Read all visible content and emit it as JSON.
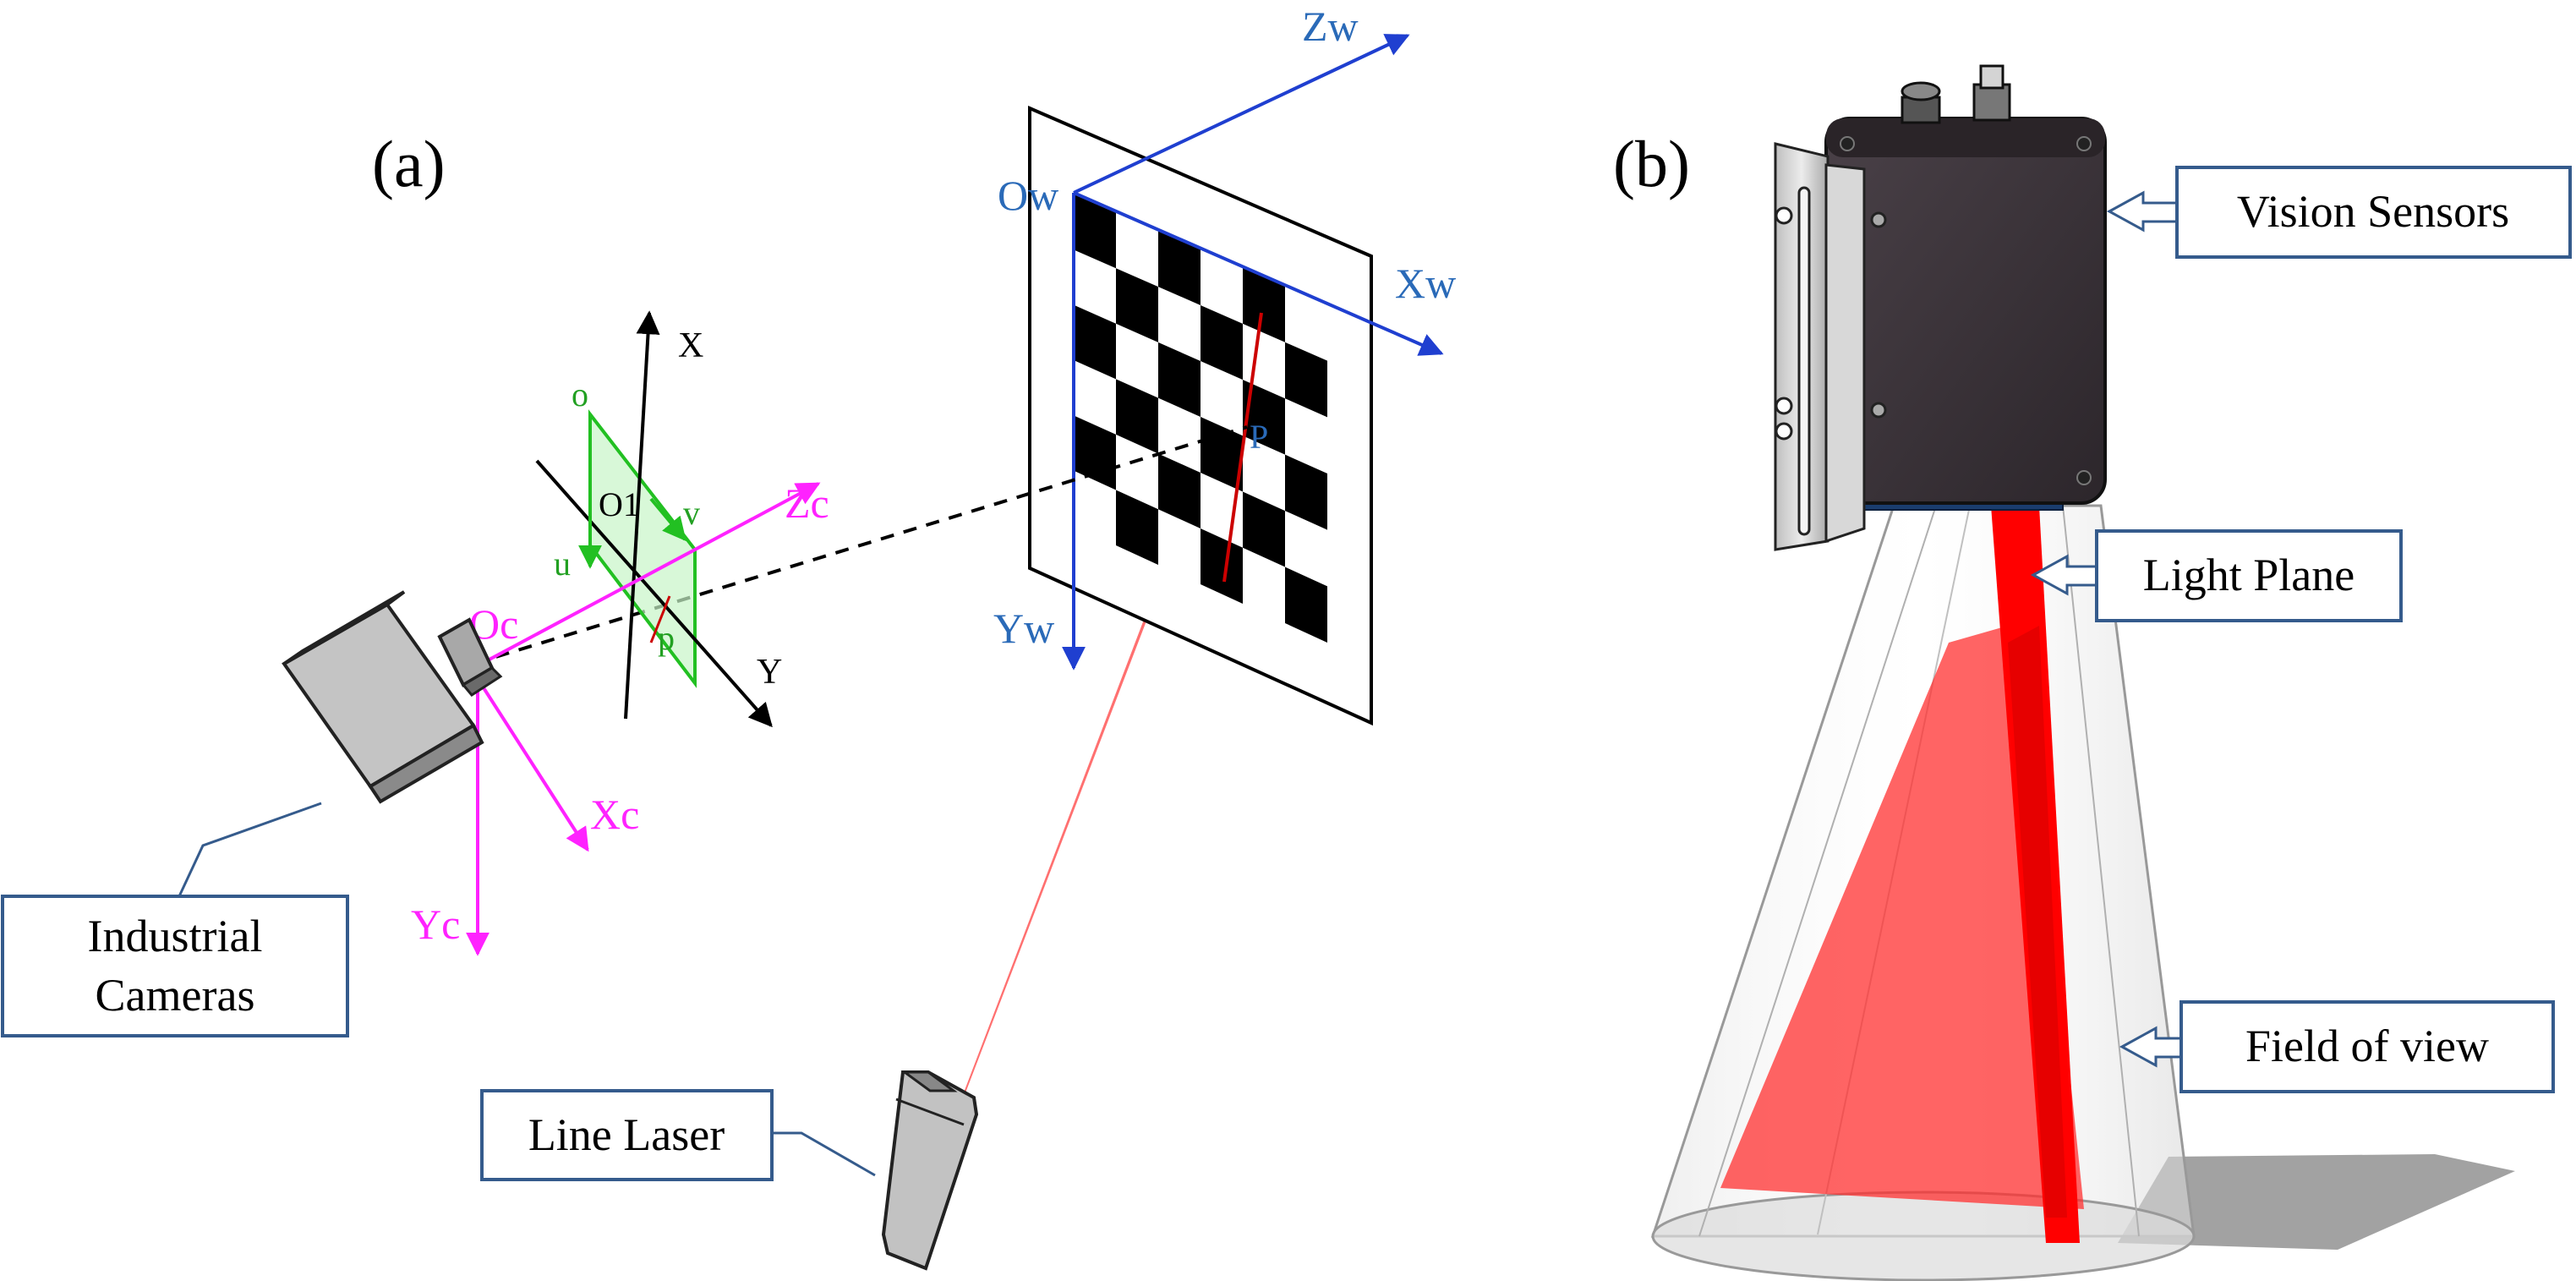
{
  "panel_a": {
    "label": "(a)",
    "world_axes": {
      "origin": "Ow",
      "x": "Xw",
      "y": "Yw",
      "z": "Zw"
    },
    "camera_axes": {
      "origin": "Oc",
      "x": "Xc",
      "y": "Yc",
      "z": "Zc"
    },
    "image_plane": {
      "origin": "o",
      "center": "O1",
      "u": "u",
      "v": "v",
      "point": "p"
    },
    "plane_axes": {
      "x": "X",
      "y": "Y"
    },
    "target_point": "P",
    "callouts": {
      "camera_line1": "Industrial",
      "camera_line2": "Cameras",
      "laser": "Line Laser"
    }
  },
  "panel_b": {
    "label": "(b)",
    "callouts": {
      "vision_sensors": "Vision Sensors",
      "light_plane": "Light Plane",
      "field_of_view": "Field of view"
    }
  },
  "colors": {
    "world": "#1f3fd0",
    "world_text": "#2a6ab8",
    "camera": "#ff22ff",
    "image_plane": "#22c022",
    "laser": "#ff3030",
    "callout_border": "#355b8c"
  }
}
